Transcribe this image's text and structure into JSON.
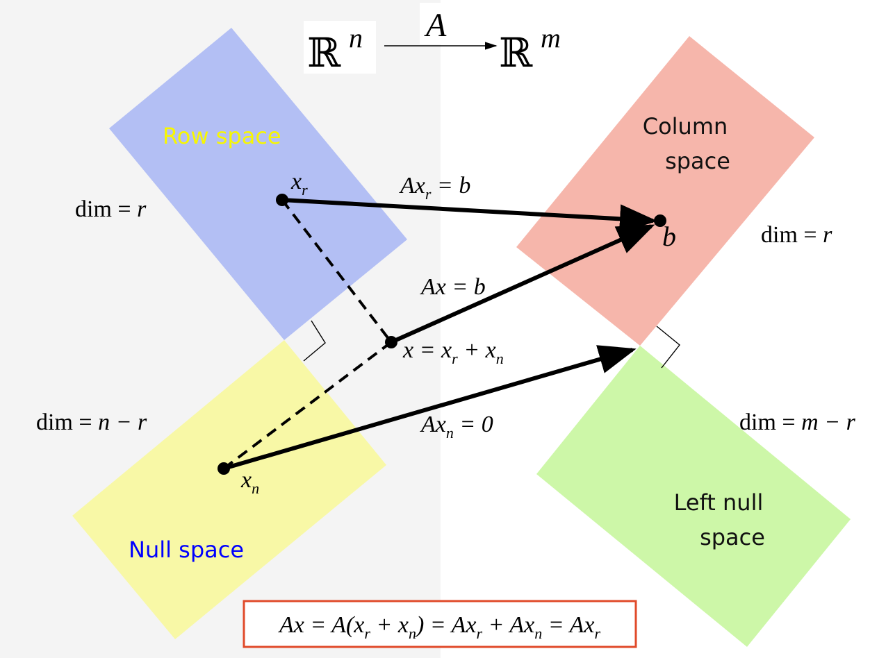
{
  "header": {
    "domain_symbol": "ℝ",
    "domain_exp": "n",
    "map_label": "A",
    "codomain_symbol": "ℝ",
    "codomain_exp": "m"
  },
  "regions": {
    "row_space": {
      "label": "Row space",
      "dim_prefix": "dim = ",
      "dim_value": "r",
      "fill": "#b3bff4",
      "label_color": "#f7f700"
    },
    "null_space": {
      "label": "Null space",
      "dim_prefix": "dim = ",
      "dim_value": "n − r",
      "fill": "#f8f8a6",
      "label_color": "#0000ff"
    },
    "column_space": {
      "label_line1": "Column",
      "label_line2": "space",
      "dim_prefix": "dim = ",
      "dim_value": "r",
      "fill": "#f6b6ab",
      "label_color": "#111111"
    },
    "left_null_space": {
      "label_line1": "Left null",
      "label_line2": "space",
      "dim_prefix": "dim = ",
      "dim_value": "m − r",
      "fill": "#cdf7a8",
      "label_color": "#111111"
    }
  },
  "points": {
    "xr": {
      "base": "x",
      "sub": "r"
    },
    "xn": {
      "base": "x",
      "sub": "n"
    },
    "x": {
      "lhs": "x = ",
      "t1": "x",
      "s1": "r",
      "plus": " + ",
      "t2": "x",
      "s2": "n"
    },
    "b": {
      "label": "b"
    }
  },
  "arrows": {
    "axr": {
      "a": "Ax",
      "sub": "r",
      "eq": " = b"
    },
    "ax": {
      "text": "Ax = b"
    },
    "axn": {
      "a": "Ax",
      "sub": "n",
      "eq": " = 0"
    }
  },
  "formula": {
    "p1": "Ax = A(x",
    "s1": "r",
    "p2": " + x",
    "s2": "n",
    "p3": ") = Ax",
    "s3": "r",
    "p4": " + Ax",
    "s4": "n",
    "p5": " = Ax",
    "s5": "r",
    "border_color": "#e04a2a"
  },
  "colors": {
    "left_background": "#f4f4f4",
    "right_background": "#ffffff",
    "ink": "#000000"
  }
}
